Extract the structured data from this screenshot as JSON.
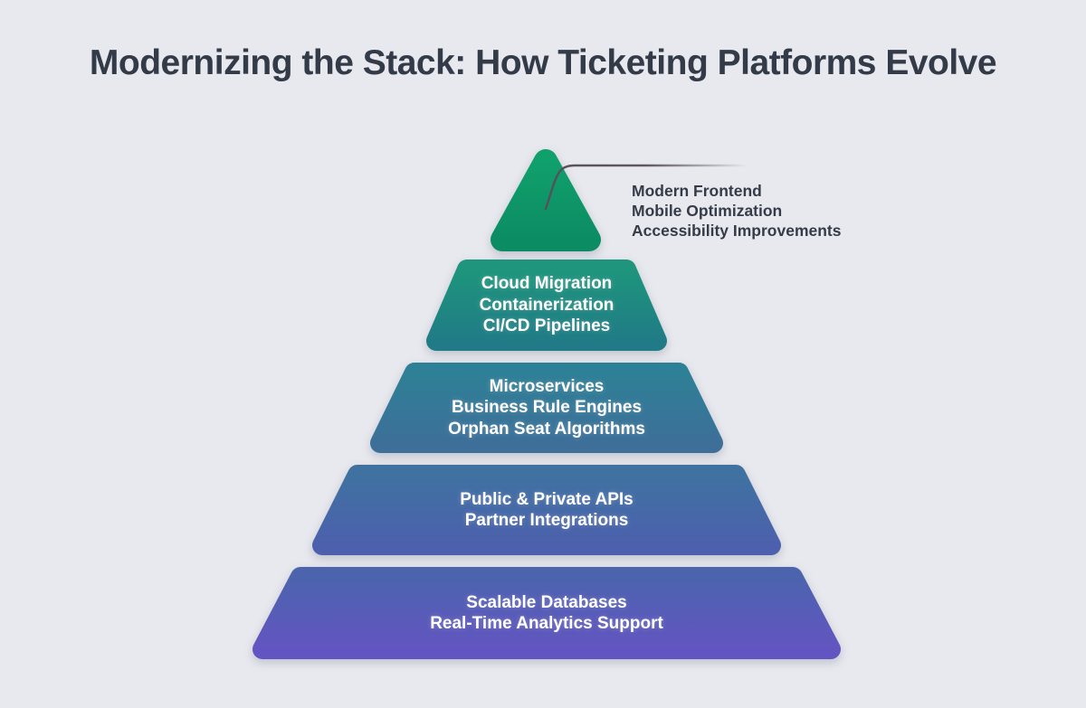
{
  "page": {
    "background_color": "#e8e9ee",
    "title": "Modernizing the Stack: How Ticketing Platforms Evolve",
    "title_color": "#333b48"
  },
  "pyramid": {
    "callout": {
      "line_color": "#57505a",
      "text_color": "#353c48"
    },
    "tier_text_color": "#ffffff",
    "tiers": [
      {
        "id": "frontend-experience",
        "shape": "triangle",
        "label_placement": "right-callout",
        "color_top": "#10a06c",
        "color_bottom": "#0c8c63",
        "lines": [
          "Modern Frontend",
          "Mobile Optimization",
          "Accessibility Improvements"
        ]
      },
      {
        "id": "delivery-infrastructure",
        "shape": "trapezoid",
        "label_placement": "inside",
        "color_top": "#1e957c",
        "color_bottom": "#207b86",
        "lines": [
          "Cloud Migration",
          "Containerization",
          "CI/CD Pipelines"
        ]
      },
      {
        "id": "services-logic",
        "shape": "trapezoid",
        "label_placement": "inside",
        "color_top": "#2e8096",
        "color_bottom": "#3d6f99",
        "lines": [
          "Microservices",
          "Business Rule Engines",
          "Orphan Seat Algorithms"
        ]
      },
      {
        "id": "integration-layer",
        "shape": "trapezoid",
        "label_placement": "inside",
        "color_top": "#3f72a1",
        "color_bottom": "#4c60ad",
        "lines": [
          "Public & Private APIs",
          "Partner Integrations"
        ]
      },
      {
        "id": "data-foundation",
        "shape": "trapezoid",
        "label_placement": "inside",
        "color_top": "#4c63ae",
        "color_bottom": "#6355c1",
        "lines": [
          "Scalable Databases",
          "Real-Time Analytics Support"
        ]
      }
    ]
  }
}
